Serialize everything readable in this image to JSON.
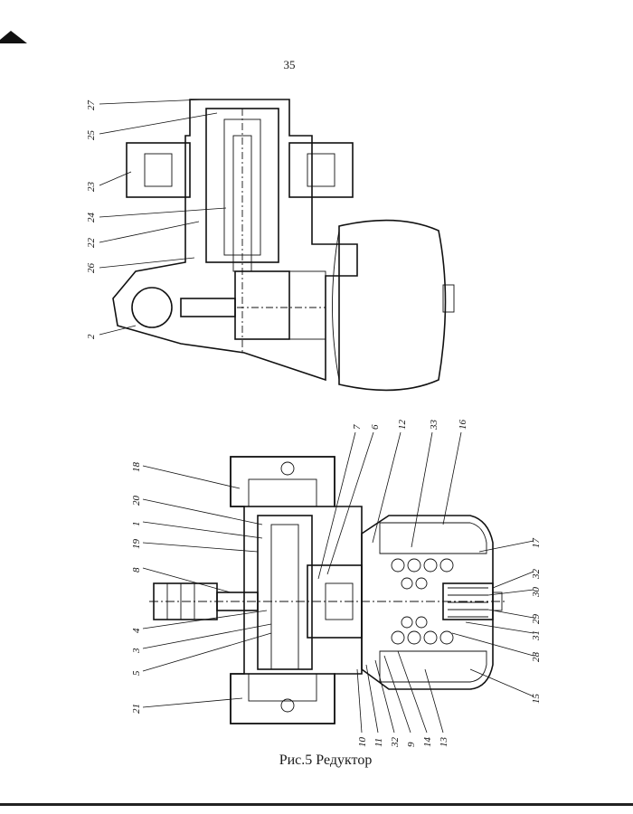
{
  "page": {
    "number": "35",
    "caption": "Рис.5 Редуктор"
  },
  "top_view": {
    "callouts": [
      "27",
      "25",
      "23",
      "24",
      "22",
      "26",
      "2"
    ]
  },
  "bottom_view": {
    "callouts_top": [
      "7",
      "6",
      "12",
      "33",
      "16"
    ],
    "callouts_left": [
      "18",
      "20",
      "1",
      "19",
      "8",
      "4",
      "3",
      "5",
      "21"
    ],
    "callouts_bottom": [
      "10",
      "11",
      "32",
      "9",
      "14",
      "13",
      "15"
    ],
    "callouts_right": [
      "17",
      "32",
      "30",
      "29",
      "31",
      "28"
    ]
  }
}
